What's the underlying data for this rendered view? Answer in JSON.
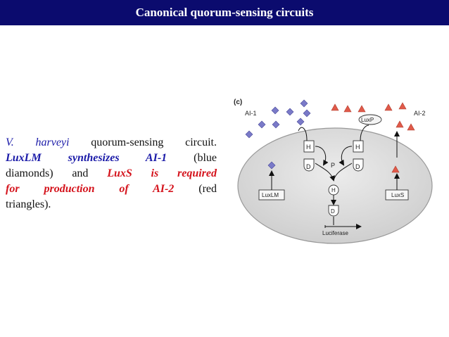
{
  "header": {
    "title": "Canonical quorum-sensing circuits",
    "background": "#0b0b6e"
  },
  "caption": {
    "line1_species": "V. harveyi",
    "line1_rest": " quorum-sensing circuit.",
    "line2_bold": "LuxLM synthesizes AI-1",
    "line2_rest": " (blue",
    "line3_plain": "diamonds) and ",
    "line3_bold": "LuxS is required",
    "line4_bold": "for production of AI-2",
    "line4_rest": " (red",
    "line5": "triangles).",
    "colors": {
      "species": "#1a1aa8",
      "synth": "#1a1aa8",
      "required": "#d4121b"
    }
  },
  "figure": {
    "panel_label": "(c)",
    "ai1_label": "AI-1",
    "ai2_label": "AI-2",
    "luxp_label": "LuxP",
    "luxlm_label": "LuxLM",
    "luxs_label": "LuxS",
    "h_label": "H",
    "d_label": "D",
    "p_label": "P",
    "luciferase_label": "Luciferase",
    "colors": {
      "diamond": "#7a7ac8",
      "triangle": "#e05a4a",
      "cell": "#dcdcdc"
    }
  }
}
